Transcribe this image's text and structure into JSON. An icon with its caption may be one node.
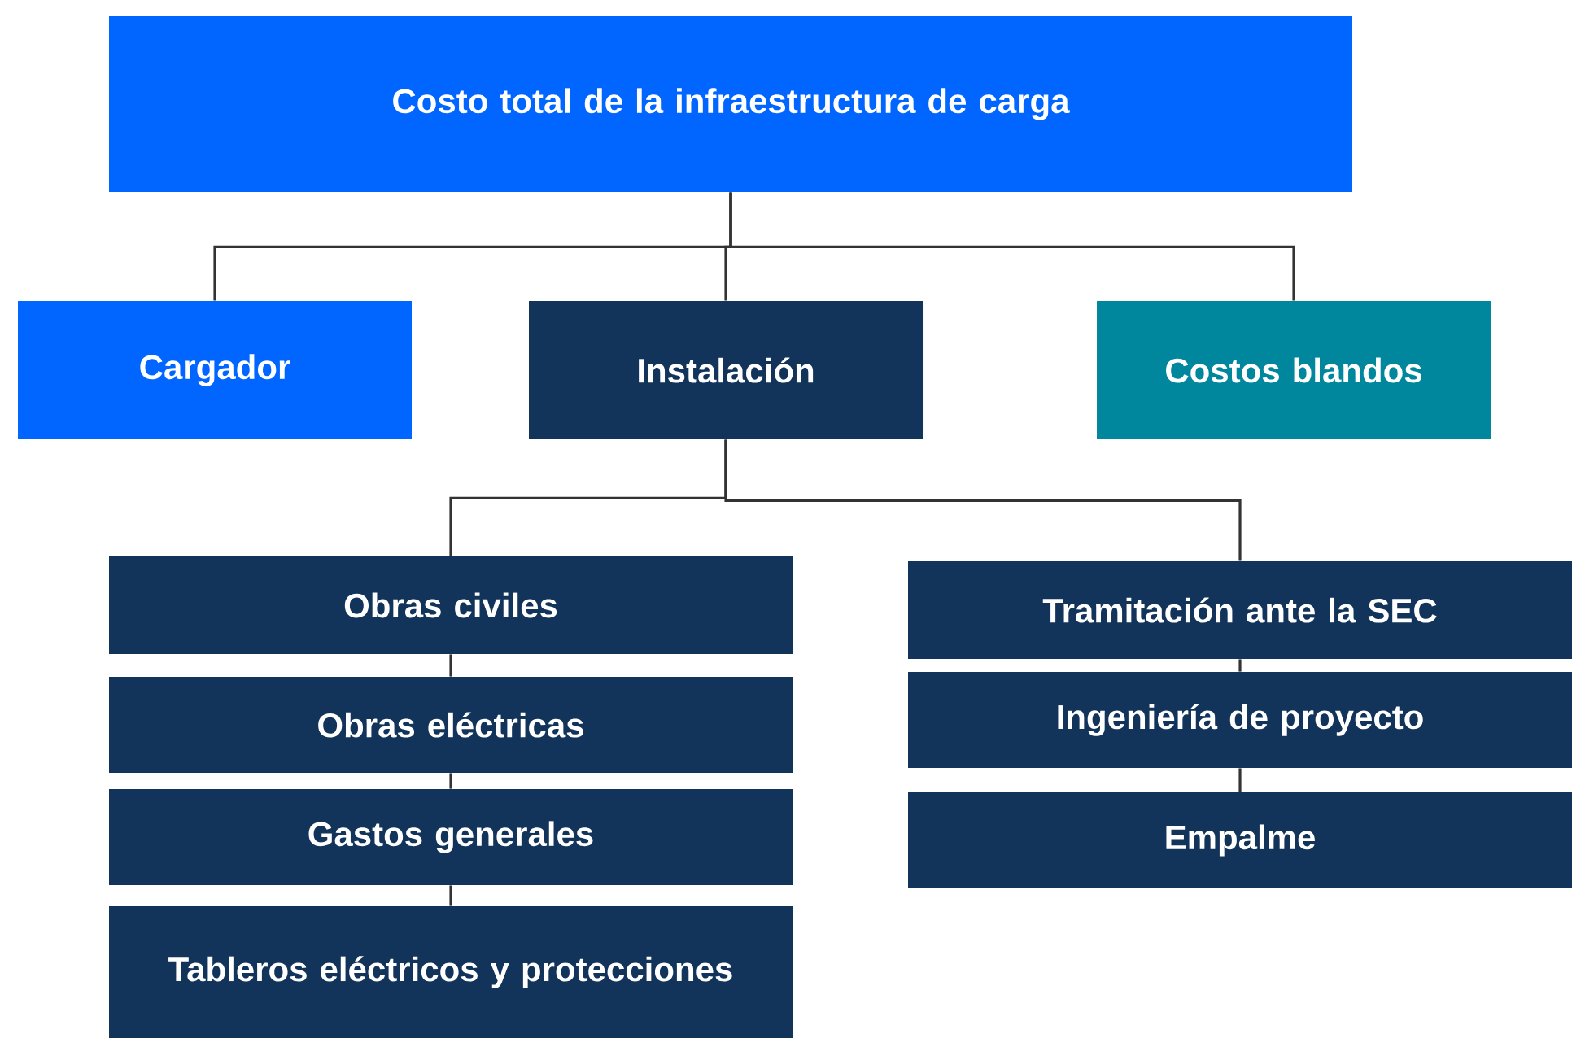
{
  "diagram": {
    "nodes": [
      {
        "text": [
          "Costo total de la infraestructura de carga"
        ]
      },
      {
        "text": [
          "Cargador"
        ]
      },
      {
        "text": [
          "Instalación"
        ]
      },
      {
        "text": [
          "Costos blandos"
        ]
      },
      {
        "text": [
          "Obras civiles"
        ]
      },
      {
        "text": [
          "Obras eléctricas"
        ]
      },
      {
        "text": [
          "Gastos generales"
        ]
      },
      {
        "text": [
          "Tableros eléctricos y protecciones"
        ]
      },
      {
        "text": [
          "Tramitación ante la SEC"
        ]
      },
      {
        "text": [
          "Ingeniería de proyecto"
        ]
      },
      {
        "text": [
          "Empalme"
        ]
      }
    ],
    "edges": [
      {
        "from": 0,
        "to": 1,
        "arrow": "none"
      },
      {
        "from": 0,
        "to": 2,
        "arrow": "none"
      },
      {
        "from": 0,
        "to": 3,
        "arrow": "none"
      },
      {
        "from": 2,
        "to": 4,
        "arrow": "none"
      },
      {
        "from": 2,
        "to": 8,
        "arrow": "none"
      },
      {
        "from": 4,
        "to": 5,
        "arrow": "none"
      },
      {
        "from": 5,
        "to": 6,
        "arrow": "none"
      },
      {
        "from": 6,
        "to": 7,
        "arrow": "none"
      },
      {
        "from": 8,
        "to": 9,
        "arrow": "none"
      },
      {
        "from": 9,
        "to": 10,
        "arrow": "none"
      }
    ]
  }
}
